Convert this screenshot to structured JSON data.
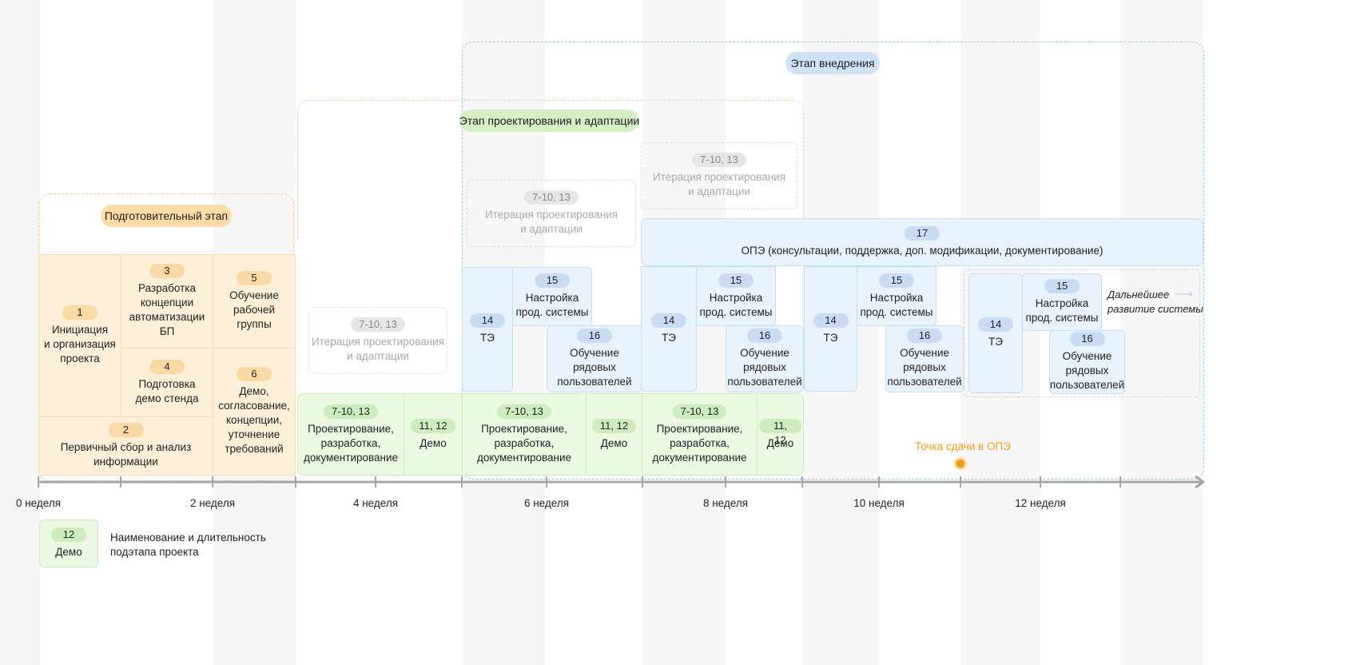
{
  "stages": {
    "preparatory": "Подготовительный этап",
    "design": "Этап проектирования и адаптации",
    "implementation": "Этап внедрения"
  },
  "prep": {
    "b1": {
      "num": "1",
      "text": "Инициация\nи организация\nпроекта"
    },
    "b2": {
      "num": "2",
      "text": "Первичный сбор и анализ\nинформации"
    },
    "b3": {
      "num": "3",
      "text": "Разработка\nконцепции\nавтоматизации\nБП"
    },
    "b4": {
      "num": "4",
      "text": "Подготовка\nдемо стенда"
    },
    "b5": {
      "num": "5",
      "text": "Обучение\nрабочей\nгруппы"
    },
    "b6": {
      "num": "6",
      "text": "Демо,\nсогласование,\nконцепции,\nуточнение\nтребований"
    }
  },
  "iteration": {
    "num": "7-10, 13",
    "text": "Итерация проектирования\nи адаптации"
  },
  "design_task": {
    "num": "7-10, 13",
    "text": "Проектирование,\nразработка,\nдокументирование"
  },
  "demo_task": {
    "num": "11, 12",
    "text": "Демо"
  },
  "te": {
    "num": "14",
    "text": "ТЭ"
  },
  "setup": {
    "num": "15",
    "text": "Настройка\nпрод. системы"
  },
  "training": {
    "num": "16",
    "text": "Обучение\nрядовых\nпользователей"
  },
  "ope": {
    "num": "17",
    "text": "ОПЭ (консультации, поддержка, доп. модификации, документирование)"
  },
  "further": "Дальнейшее\nразвитие системы",
  "handover_point": "Точка сдачи в ОПЭ",
  "axis": {
    "ticks": [
      "0 неделя",
      "2 неделя",
      "4 неделя",
      "6 неделя",
      "8 неделя",
      "10 неделя",
      "12 неделя"
    ]
  },
  "legend": {
    "num": "12",
    "label": "Демо",
    "description": "Наименование и длительность\nподэтапа проекта"
  },
  "colors": {
    "orange": "#fdefd8",
    "green": "#ebf8e2",
    "blue": "#e9f3fd",
    "accent": "#f39a1e",
    "axis": "#9a9a9a"
  }
}
